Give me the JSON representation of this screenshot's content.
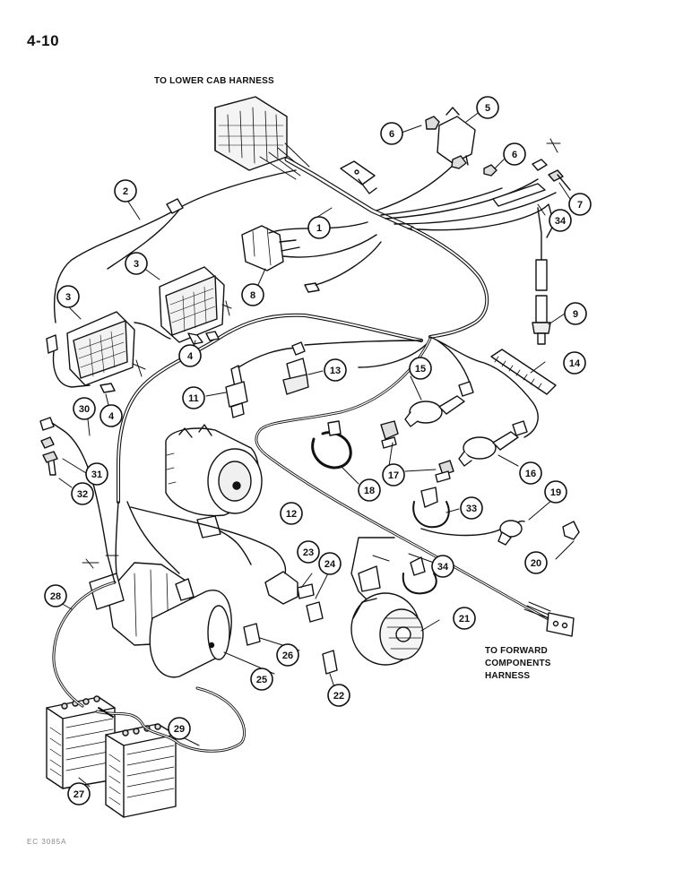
{
  "page": {
    "number": "4-10",
    "footnote": "EC 3085A"
  },
  "captions": {
    "lower_cab": "TO LOWER CAB HARNESS",
    "forward_line1": "TO FORWARD",
    "forward_line2": "COMPONENTS",
    "forward_line3": "HARNESS"
  },
  "callouts": [
    "1",
    "2",
    "3",
    "3",
    "4",
    "4",
    "5",
    "6",
    "6",
    "7",
    "8",
    "9",
    "11",
    "12",
    "13",
    "14",
    "15",
    "16",
    "17",
    "18",
    "19",
    "20",
    "21",
    "22",
    "23",
    "24",
    "25",
    "26",
    "27",
    "28",
    "29",
    "30",
    "31",
    "32",
    "33",
    "34",
    "34"
  ]
}
